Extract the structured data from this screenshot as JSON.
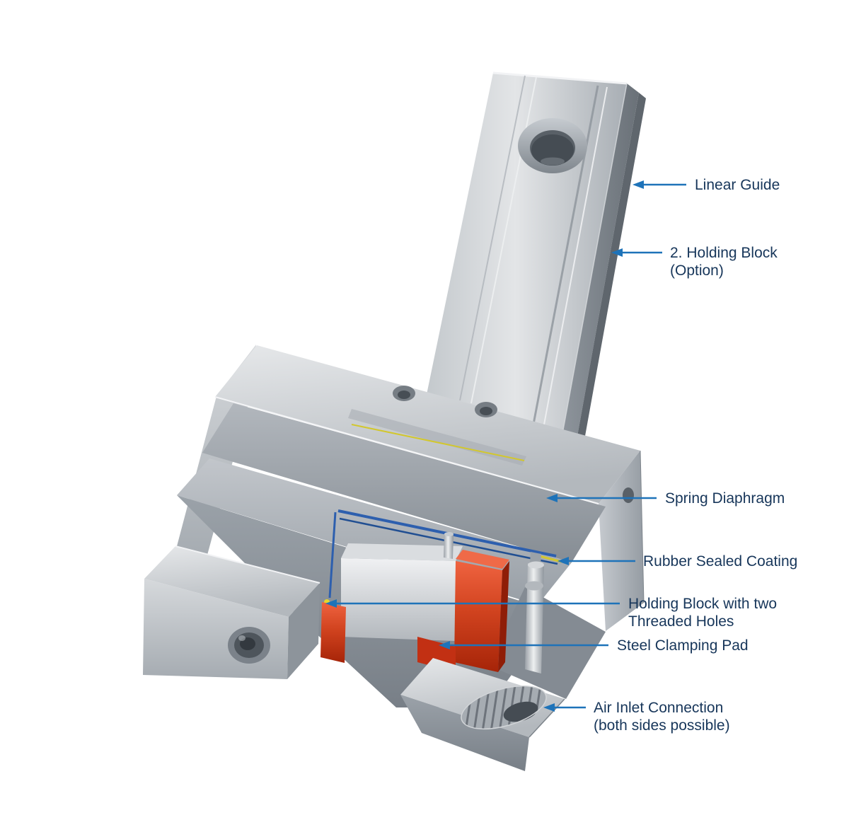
{
  "figure": {
    "type": "technical-cutaway-diagram",
    "subject": "pneumatic clamping element with linear guide, sectioned 3D rendering with callout labels"
  },
  "labels": {
    "linear_guide": {
      "line1": "Linear Guide"
    },
    "holding_block_option": {
      "line1": "2. Holding Block",
      "line2": "(Option)"
    },
    "spring_diaphragm": {
      "line1": "Spring Diaphragm"
    },
    "rubber_sealed_coating": {
      "line1": "Rubber Sealed Coating"
    },
    "holding_block_threaded": {
      "line1": "Holding Block with two",
      "line2": "Threaded Holes"
    },
    "steel_clamping_pad": {
      "line1": "Steel Clamping Pad"
    },
    "air_inlet": {
      "line1": "Air Inlet Connection",
      "line2": "(both sides possible)"
    }
  },
  "colors": {
    "background": "#ffffff",
    "label_text": "#17365a",
    "arrow_blue": "#1e73b9",
    "metal_light": "#d8dbde",
    "metal_mid": "#aeb3b9",
    "metal_dark": "#7c838a",
    "clamping_pad_red": "#d8441f",
    "diaphragm_blue": "#2d5fae",
    "seal_yellow": "#d2c72e"
  }
}
